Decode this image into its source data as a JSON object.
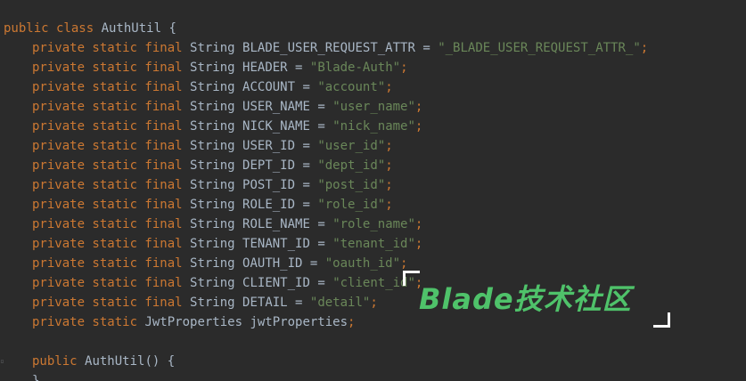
{
  "editor": {
    "lines": [
      [
        {
          "t": "public class ",
          "c": "kw"
        },
        {
          "t": "AuthUtil ",
          "c": "plain"
        },
        {
          "t": "{",
          "c": "plain"
        }
      ],
      [
        {
          "t": "private static final ",
          "c": "kw"
        },
        {
          "t": "String ",
          "c": "plain"
        },
        {
          "t": "BLADE_USER_REQUEST_ATTR ",
          "c": "plain"
        },
        {
          "t": "= ",
          "c": "plain"
        },
        {
          "t": "\"_BLADE_USER_REQUEST_ATTR_\"",
          "c": "str"
        },
        {
          "t": ";",
          "c": "punc"
        }
      ],
      [
        {
          "t": "private static final ",
          "c": "kw"
        },
        {
          "t": "String ",
          "c": "plain"
        },
        {
          "t": "HEADER ",
          "c": "plain"
        },
        {
          "t": "= ",
          "c": "plain"
        },
        {
          "t": "\"Blade-Auth\"",
          "c": "str"
        },
        {
          "t": ";",
          "c": "punc"
        }
      ],
      [
        {
          "t": "private static final ",
          "c": "kw"
        },
        {
          "t": "String ",
          "c": "plain"
        },
        {
          "t": "ACCOUNT ",
          "c": "plain"
        },
        {
          "t": "= ",
          "c": "plain"
        },
        {
          "t": "\"account\"",
          "c": "str"
        },
        {
          "t": ";",
          "c": "punc"
        }
      ],
      [
        {
          "t": "private static final ",
          "c": "kw"
        },
        {
          "t": "String ",
          "c": "plain"
        },
        {
          "t": "USER_NAME ",
          "c": "plain"
        },
        {
          "t": "= ",
          "c": "plain"
        },
        {
          "t": "\"user_name\"",
          "c": "str"
        },
        {
          "t": ";",
          "c": "punc"
        }
      ],
      [
        {
          "t": "private static final ",
          "c": "kw"
        },
        {
          "t": "String ",
          "c": "plain"
        },
        {
          "t": "NICK_NAME ",
          "c": "plain"
        },
        {
          "t": "= ",
          "c": "plain"
        },
        {
          "t": "\"nick_name\"",
          "c": "str"
        },
        {
          "t": ";",
          "c": "punc"
        }
      ],
      [
        {
          "t": "private static final ",
          "c": "kw"
        },
        {
          "t": "String ",
          "c": "plain"
        },
        {
          "t": "USER_ID ",
          "c": "plain"
        },
        {
          "t": "= ",
          "c": "plain"
        },
        {
          "t": "\"user_id\"",
          "c": "str"
        },
        {
          "t": ";",
          "c": "punc"
        }
      ],
      [
        {
          "t": "private static final ",
          "c": "kw"
        },
        {
          "t": "String ",
          "c": "plain"
        },
        {
          "t": "DEPT_ID ",
          "c": "plain"
        },
        {
          "t": "= ",
          "c": "plain"
        },
        {
          "t": "\"dept_id\"",
          "c": "str"
        },
        {
          "t": ";",
          "c": "punc"
        }
      ],
      [
        {
          "t": "private static final ",
          "c": "kw"
        },
        {
          "t": "String ",
          "c": "plain"
        },
        {
          "t": "POST_ID ",
          "c": "plain"
        },
        {
          "t": "= ",
          "c": "plain"
        },
        {
          "t": "\"post_id\"",
          "c": "str"
        },
        {
          "t": ";",
          "c": "punc"
        }
      ],
      [
        {
          "t": "private static final ",
          "c": "kw"
        },
        {
          "t": "String ",
          "c": "plain"
        },
        {
          "t": "ROLE_ID ",
          "c": "plain"
        },
        {
          "t": "= ",
          "c": "plain"
        },
        {
          "t": "\"role_id\"",
          "c": "str"
        },
        {
          "t": ";",
          "c": "punc"
        }
      ],
      [
        {
          "t": "private static final ",
          "c": "kw"
        },
        {
          "t": "String ",
          "c": "plain"
        },
        {
          "t": "ROLE_NAME ",
          "c": "plain"
        },
        {
          "t": "= ",
          "c": "plain"
        },
        {
          "t": "\"role_name\"",
          "c": "str"
        },
        {
          "t": ";",
          "c": "punc"
        }
      ],
      [
        {
          "t": "private static final ",
          "c": "kw"
        },
        {
          "t": "String ",
          "c": "plain"
        },
        {
          "t": "TENANT_ID ",
          "c": "plain"
        },
        {
          "t": "= ",
          "c": "plain"
        },
        {
          "t": "\"tenant_id\"",
          "c": "str"
        },
        {
          "t": ";",
          "c": "punc"
        }
      ],
      [
        {
          "t": "private static final ",
          "c": "kw"
        },
        {
          "t": "String ",
          "c": "plain"
        },
        {
          "t": "OAUTH_ID ",
          "c": "plain"
        },
        {
          "t": "= ",
          "c": "plain"
        },
        {
          "t": "\"oauth_id\"",
          "c": "str"
        },
        {
          "t": ";",
          "c": "punc"
        }
      ],
      [
        {
          "t": "private static final ",
          "c": "kw"
        },
        {
          "t": "String ",
          "c": "plain"
        },
        {
          "t": "CLIENT_ID ",
          "c": "plain"
        },
        {
          "t": "= ",
          "c": "plain"
        },
        {
          "t": "\"client_id\"",
          "c": "str"
        },
        {
          "t": ";",
          "c": "punc"
        }
      ],
      [
        {
          "t": "private static final ",
          "c": "kw"
        },
        {
          "t": "String ",
          "c": "plain"
        },
        {
          "t": "DETAIL ",
          "c": "plain"
        },
        {
          "t": "= ",
          "c": "plain"
        },
        {
          "t": "\"detail\"",
          "c": "str"
        },
        {
          "t": ";",
          "c": "punc"
        }
      ],
      [
        {
          "t": "private static ",
          "c": "kw"
        },
        {
          "t": "JwtProperties ",
          "c": "plain"
        },
        {
          "t": "jwtProperties",
          "c": "plain"
        },
        {
          "t": ";",
          "c": "punc"
        }
      ],
      [],
      [
        {
          "t": "public ",
          "c": "kw"
        },
        {
          "t": "AuthUtil",
          "c": "plain"
        },
        {
          "t": "() {",
          "c": "plain"
        }
      ],
      [
        {
          "t": "}",
          "c": "plain"
        }
      ]
    ],
    "indents": [
      0,
      1,
      1,
      1,
      1,
      1,
      1,
      1,
      1,
      1,
      1,
      1,
      1,
      1,
      1,
      1,
      0,
      1,
      1
    ]
  },
  "watermark": {
    "text": "Blade技术社区",
    "color": "#4fc26a"
  }
}
